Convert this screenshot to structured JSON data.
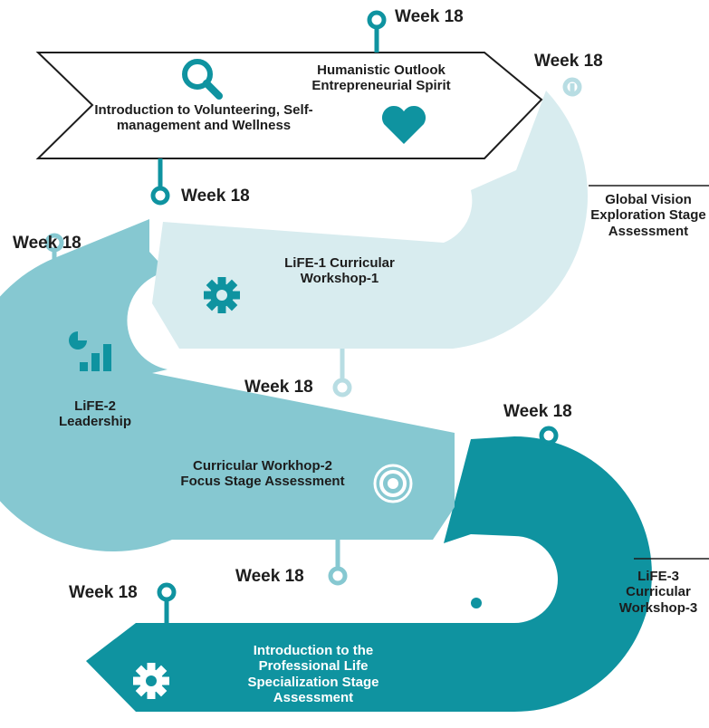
{
  "colors": {
    "stage1": "#ffffff",
    "stage2": "#d8ecef",
    "stage3": "#86c8d1",
    "stage4": "#0f93a0",
    "accent_dark": "#0f93a0",
    "accent_light": "#b8dde3",
    "accent_mid": "#86c8d1",
    "outline": "#1d1d1d"
  },
  "milestones": {
    "m1": "Week 18",
    "m2": "Week 18",
    "m3": "Week 18",
    "m4": "Week 18",
    "m5": "Week 18",
    "m6": "Week 18",
    "m7": "Week 18",
    "m8": "Week 18"
  },
  "stages": {
    "stage1": {
      "intro": "Introduction to Volunteering, Self-management and Wellness",
      "outlook": "Humanistic Outlook Entrepreneurial Spirit",
      "icons": [
        "search-icon",
        "heart-icon"
      ]
    },
    "stage2": {
      "text": "LiFE-1 Curricular Workshop-1",
      "side_label": "Global Vision Exploration Stage Assessment",
      "icons": [
        "gear-icon"
      ]
    },
    "stage3": {
      "leadership": "LiFE-2 Leadership",
      "text": "Curricular Workhop-2 Focus Stage Assessment",
      "icons": [
        "analytics-chart-icon",
        "target-icon"
      ]
    },
    "stage4": {
      "text": "Introduction to the Professional Life Specialization Stage Assessment",
      "side_label": "LiFE-3 Curricular Workshop-3",
      "icons": [
        "gear-icon",
        "gear-icon"
      ]
    }
  }
}
